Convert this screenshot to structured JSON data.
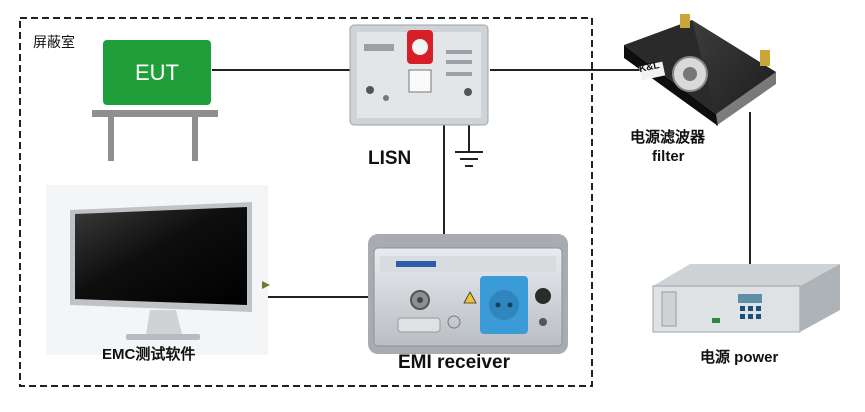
{
  "shielded_room": {
    "label": "屏蔽室"
  },
  "eut": {
    "label": "EUT",
    "color": "#1f9e3a"
  },
  "lisn": {
    "label": "LISN"
  },
  "filter": {
    "label_cn": "电源滤波器",
    "label_en": "filter",
    "brand": "K&L"
  },
  "power": {
    "label": "电源 power"
  },
  "pc": {
    "label": "EMC测试软件"
  },
  "receiver": {
    "label": "EMI receiver",
    "socket_color": "#3a9bd8"
  }
}
